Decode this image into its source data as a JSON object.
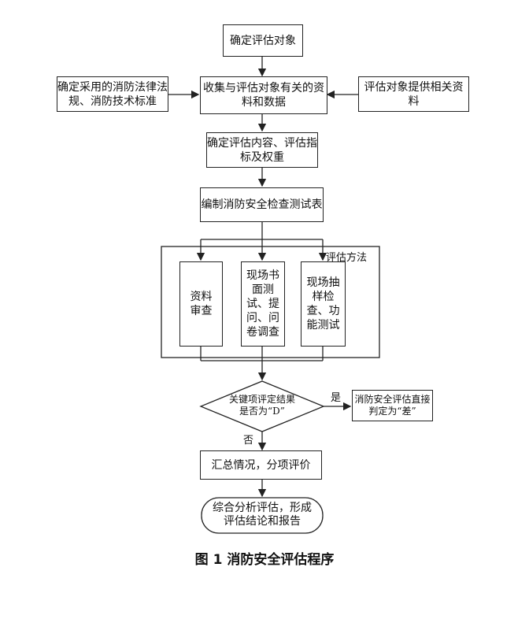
{
  "nodes": {
    "determine_object": "确定评估对象",
    "laws_standards": "确定采用的消防法律法规、消防技术标准",
    "collect_data": "收集与评估对象有关的资料和数据",
    "provide_data": "评估对象提供相关资料",
    "content_indicators": "确定评估内容、评估指标及权重",
    "compile_table": "编制消防安全检查测试表",
    "method_label": "评估方法",
    "doc_review": "资料审查",
    "site_test": "现场书面测试、提问、问卷调查",
    "sampling_test": "现场抽样检查、功能测试",
    "decision": "关键项评定结果是否为“D”",
    "decision_yes": "是",
    "decision_no": "否",
    "poor_result": "消防安全评估直接判定为“差”",
    "summary": "汇总情况，分项评价",
    "conclusion": "综合分析评估，形成评估结论和报告"
  },
  "caption": "图 1  消防安全评估程序"
}
